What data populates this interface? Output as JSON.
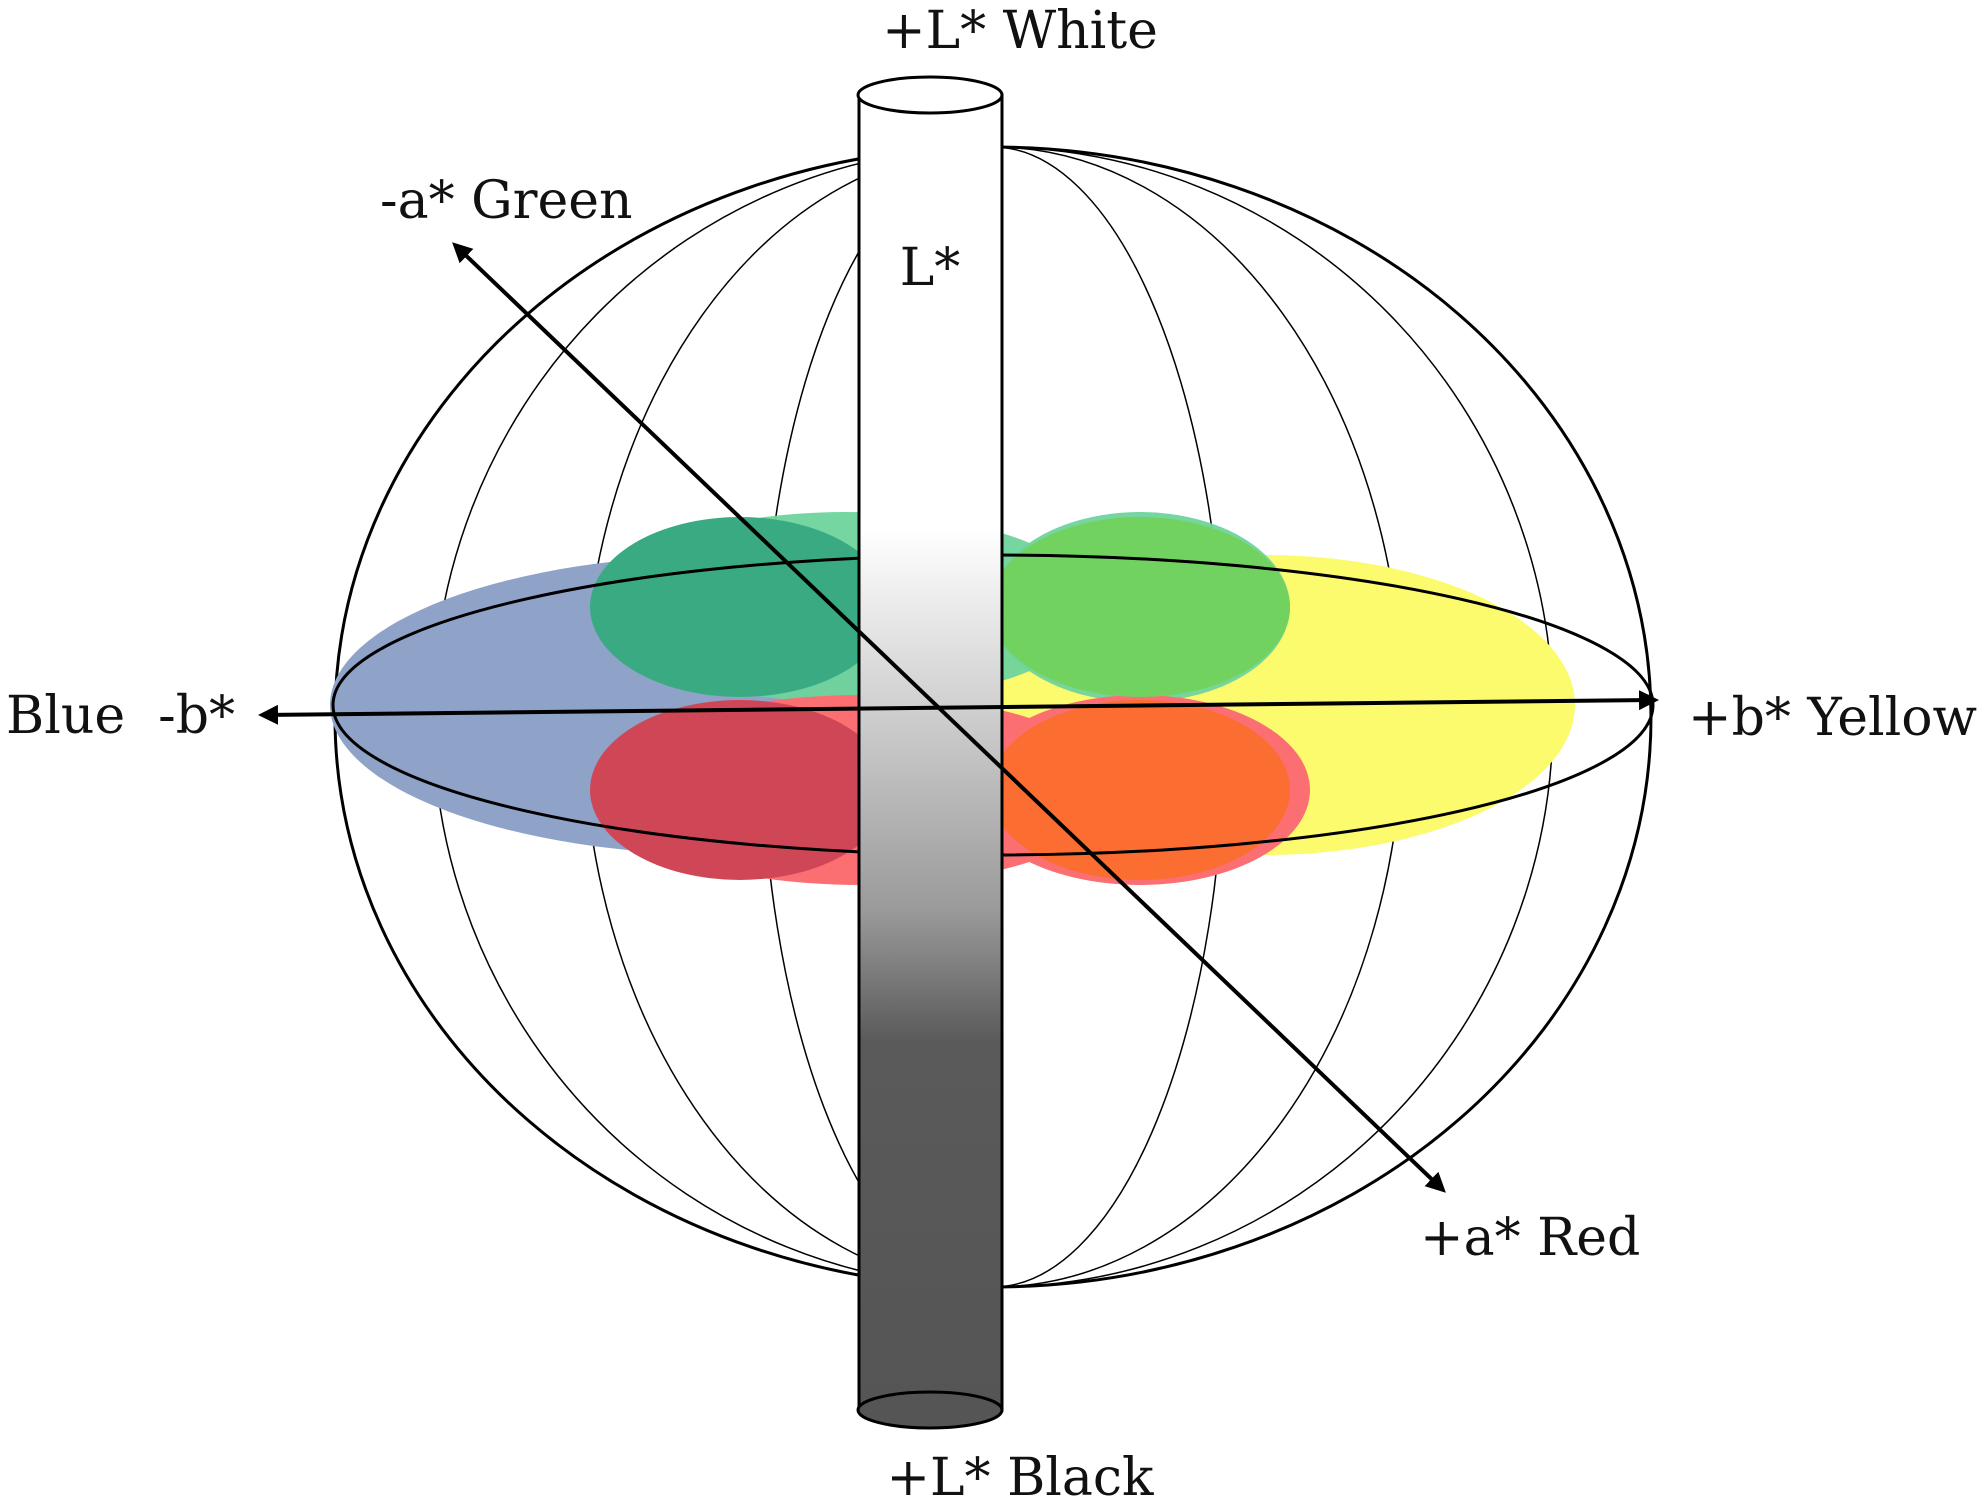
{
  "diagram": {
    "labels": {
      "top": "+L* White",
      "bottom": "+L* Black",
      "center": "L*",
      "neg_a": "-a* Green",
      "pos_a": "+a* Red",
      "neg_b": "Blue  -b*",
      "pos_b": "+b* Yellow"
    },
    "colors": {
      "blue": "#8fa3c8",
      "yellow": "#fbfb6d",
      "green_light": "#6fd49c",
      "green_dark": "#3aaa82",
      "green_mid": "#71d25f",
      "red": "#fb6f72",
      "red_dark": "#cf4756",
      "orange": "#fb6d30",
      "cylinder_dark": "#555555",
      "line": "#000000"
    }
  }
}
